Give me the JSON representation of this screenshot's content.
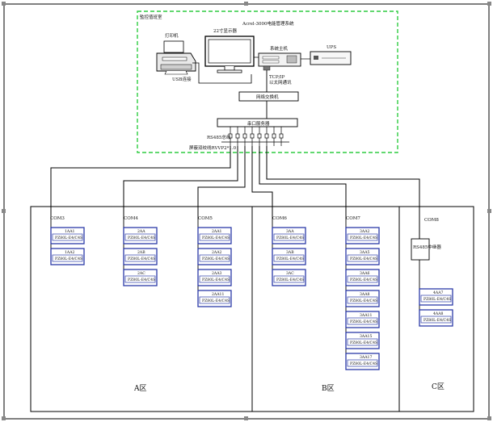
{
  "monitor_room": {
    "title": "監控值班室",
    "system_title": "Acrel-3000电能管理系统",
    "printer": "打印机",
    "display": "22寸显示器",
    "host": "系统主机",
    "ups": "UPS",
    "usb_link": "USB连接",
    "tcpip": "TCP/IP",
    "ethernet": "以太网通讯",
    "switch": "网络交换机",
    "comm_server": "串口服务器",
    "rs485_bus": "RS485总线",
    "bus_cable": "屏蔽双绞线RVVP2*1.0"
  },
  "zones": {
    "A": "A区",
    "B": "B区",
    "C": "C区"
  },
  "buses": [
    {
      "label": "COM3",
      "devices": [
        {
          "tag": "1AA1",
          "model": "PZ80L-E4/C4S"
        },
        {
          "tag": "1AA2",
          "model": "PZ80L-E4/C4S"
        }
      ]
    },
    {
      "label": "COM4",
      "devices": [
        {
          "tag": "2AA",
          "model": "PZ80L-E4/C4S"
        },
        {
          "tag": "2AB",
          "model": "PZ80L-E4/C4S"
        },
        {
          "tag": "2AC",
          "model": "PZ80L-E4/C4S"
        }
      ]
    },
    {
      "label": "COM5",
      "devices": [
        {
          "tag": "2AA1",
          "model": "PZ80L-E4/C4S"
        },
        {
          "tag": "2AA2",
          "model": "PZ80L-E4/C4S"
        },
        {
          "tag": "2AA3",
          "model": "PZ80L-E4/C4S"
        },
        {
          "tag": "2AA11",
          "model": "PZ80L-E4/C4S"
        }
      ]
    },
    {
      "label": "COM6",
      "devices": [
        {
          "tag": "3AA",
          "model": "PZ80L-E4/C4S"
        },
        {
          "tag": "3AB",
          "model": "PZ80L-E4/C4S"
        },
        {
          "tag": "3AC",
          "model": "PZ80L-E4/C4S"
        }
      ]
    },
    {
      "label": "COM7",
      "devices": [
        {
          "tag": "3AA2",
          "model": "PZ80L-E4/C4S"
        },
        {
          "tag": "3AA5",
          "model": "PZ80L-E4/C4S"
        },
        {
          "tag": "3AA6",
          "model": "PZ80L-E4/C4S"
        },
        {
          "tag": "3AA8",
          "model": "PZ80L-E4/C4S"
        },
        {
          "tag": "3AA11",
          "model": "PZ80L-E4/C4S"
        },
        {
          "tag": "3AA15",
          "model": "PZ80L-E4/C4S"
        },
        {
          "tag": "3AA17",
          "model": "PZ80L-E4/C4S"
        }
      ]
    },
    {
      "label": "COM8",
      "repeater": "RS485中继器",
      "devices": [
        {
          "tag": "4AA7",
          "model": "PZ80L-E4/C4S"
        },
        {
          "tag": "4AA8",
          "model": "PZ80L-E4/C4S"
        }
      ]
    }
  ],
  "colors": {
    "device_border": "#2b3aa8",
    "frame_green": "#2ecc40",
    "line": "#000000"
  }
}
